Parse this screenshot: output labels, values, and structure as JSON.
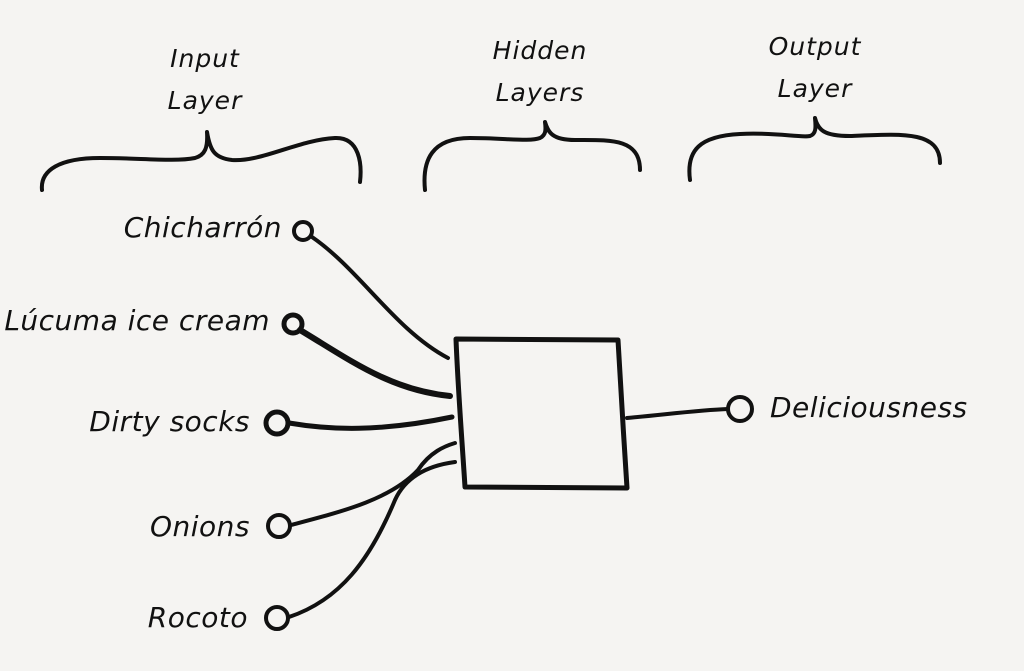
{
  "headers": {
    "input": [
      "Input",
      "Layer"
    ],
    "hidden": [
      "Hidden",
      "Layers"
    ],
    "output": [
      "Output",
      "Layer"
    ]
  },
  "inputs": [
    "Chicharrón",
    "Lúcuma ice cream",
    "Dirty socks",
    "Onions",
    "Rocoto"
  ],
  "output": "Deliciousness",
  "colors": {
    "background": "#f5f4f2",
    "ink": "#111111"
  }
}
